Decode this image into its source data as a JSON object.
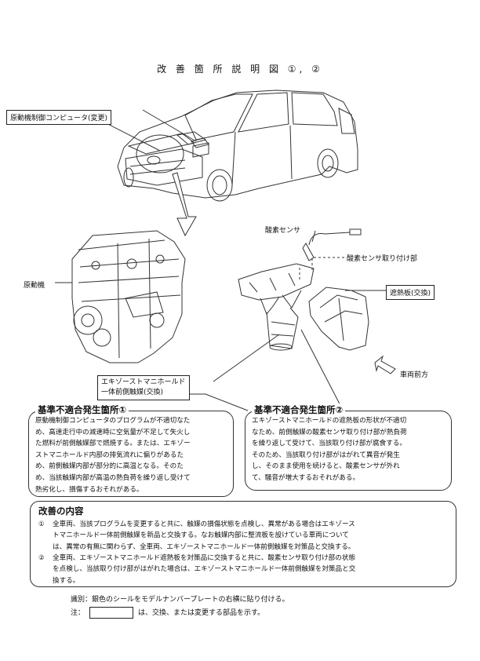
{
  "title": "改 善 箇 所 説 明 図 ①, ②",
  "labels": {
    "ecu": "原動機制御コンピュータ(変更)",
    "engine": "原動機",
    "o2_sensor": "酸素センサ",
    "o2_mount": "酸素センサ取り付け部",
    "heat_shield": "遮熱板(交換)",
    "catalyst_line1": "エキゾーストマニホールド",
    "catalyst_line2": "一体前側触媒(交換)",
    "vehicle_front": "車両前方"
  },
  "section1": {
    "heading": "基準不適合発生箇所①",
    "lines": [
      "原動機制御コンピュータのプログラムが不適切なた",
      "め、高速走行中の減速時に空気量が不足して失火し",
      "た燃料が前側触媒部で燃焼する。または、エキゾー",
      "ストマニホールド内部の排気流れに偏りがあるた",
      "め、前側触媒内部が部分的に高温となる。そのた",
      "め、当該触媒内部が高温の熱負荷を繰り返し受けて",
      "熱劣化し、損傷するおそれがある。"
    ]
  },
  "section2": {
    "heading": "基準不適合発生箇所②",
    "lines": [
      "エキゾーストマニホールドの遮熱板の形状が不適切",
      "なため、前側触媒の酸素センサ取り付け部が熱負荷",
      "を繰り返して受けて、当該取り付け部が腐食する。",
      "そのため、当該取り付け部がはがれて異音が発生",
      "し、そのまま使用を続けると、酸素センサが外れ",
      "て、騒音が増大するおそれがある。"
    ]
  },
  "measures": {
    "heading": "改善の内容",
    "items": [
      {
        "num": "①",
        "lines": [
          "全車両、当該プログラムを変更すると共に、触媒の損傷状態を点検し、異常がある場合はエキゾース",
          "トマニホールド一体前側触媒を新品と交換する。なお触媒内部に整流板を設けている車両について",
          "は、異常の有無に関わらず、全車両、エキゾーストマニホールド一体前側触媒を対策品と交換する。"
        ]
      },
      {
        "num": "②",
        "lines": [
          "全車両、エキゾーストマニホールド遮熱板を対策品に交換すると共に、酸素センサ取り付け部の状態",
          "を点検し、当該取り付け部がはがれた場合は、エキゾーストマニホールド一体前側触媒を対策品と交",
          "換する。"
        ]
      }
    ]
  },
  "footer": {
    "identification": "識別：銀色のシールをモデルナンバープレートの右横に貼り付ける。",
    "note_prefix": "注：",
    "note_suffix": "は、交換、または変更する部品を示す。"
  }
}
